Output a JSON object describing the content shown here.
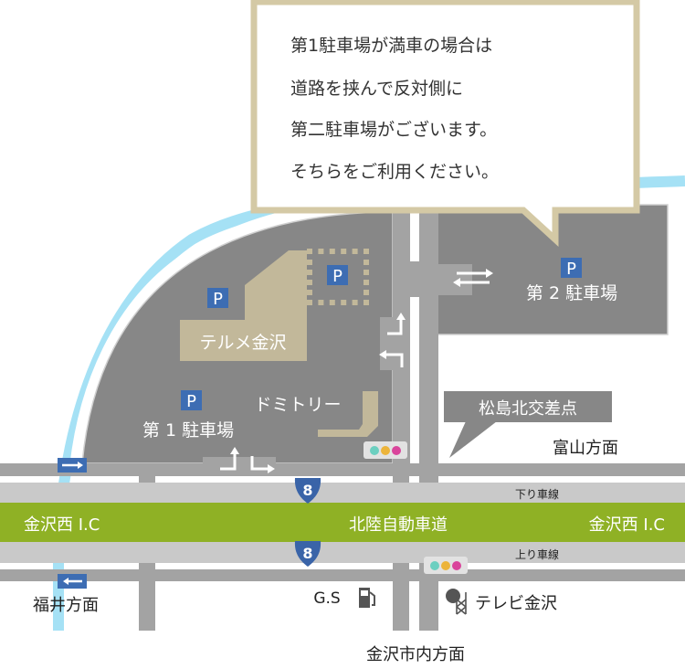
{
  "callout": {
    "lines": [
      "第1駐車場が満車の場合は",
      "道路を挟んで反対側に",
      "第二駐車場がございます。",
      "そちらをご利用ください。"
    ]
  },
  "labels": {
    "terme": "テルメ金沢",
    "dormitory": "ドミトリー",
    "parking1": "第 1 駐車場",
    "parking2": "第 2 駐車場",
    "parking_symbol": "P",
    "intersection": "松島北交差点",
    "toyama": "富山方面",
    "fukui": "福井方面",
    "kanazawa_city": "金沢市内方面",
    "gs": "G.S",
    "tv": "テレビ金沢",
    "expressway": "北陸自動車道",
    "ic_left": "金沢西 I.C",
    "ic_right": "金沢西 I.C",
    "down_lane": "下り車線",
    "up_lane": "上り車線",
    "route_number": "8"
  },
  "icons": {
    "parking": "parking-sign-icon",
    "traffic_light": "traffic-light-icon",
    "route_shield": "route-shield-icon",
    "gas": "gas-pump-icon",
    "tower": "tv-tower-icon",
    "arrow": "arrow-icon"
  },
  "colors": {
    "lot": "#878787",
    "road": "#a3a3a3",
    "expressway_band": "#c9c9c9",
    "expressway": "#8fb125",
    "river": "#a5e1f5",
    "building": "#c2b89a",
    "callout_border": "#d4c9a5",
    "parking_blue": "#3d6db3",
    "route_blue": "#3a64a8",
    "light_teal": "#6ccfc0",
    "light_yellow": "#ecb43b",
    "light_pink": "#d9449b",
    "text_dark": "#222222"
  }
}
